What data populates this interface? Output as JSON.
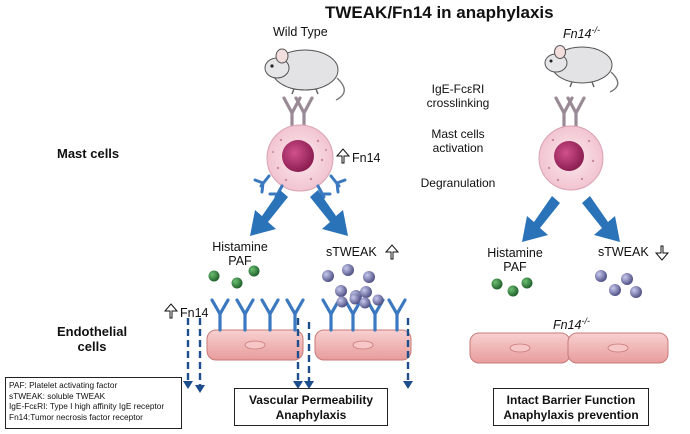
{
  "title": "TWEAK/Fn14 in anaphylaxis",
  "mice": {
    "wild_type": "Wild Type",
    "knockout": "Fn14",
    "knockout_sup": "-/-"
  },
  "row_labels": {
    "mast_cells": "Mast cells",
    "endothelial_1": "Endothelial",
    "endothelial_2": "cells"
  },
  "steps": {
    "s1_a": "IgE-FcεRI",
    "s1_b": "crosslinking",
    "s2_a": "Mast cells",
    "s2_b": "activation",
    "s3": "Degranulation"
  },
  "wt": {
    "mast_fn14": "Fn14",
    "histamine": "Histamine",
    "paf": "PAF",
    "stweak": "sTWEAK",
    "endo_fn14": "Fn14",
    "outcome_1": "Vascular Permeability",
    "outcome_2": "Anaphylaxis"
  },
  "ko": {
    "histamine": "Histamine",
    "paf": "PAF",
    "stweak": "sTWEAK",
    "endo_label": "Fn14",
    "endo_sup": "-/-",
    "outcome_1": "Intact Barrier Function",
    "outcome_2": "Anaphylaxis prevention"
  },
  "legend": [
    "PAF: Platelet activating factor",
    "sTWEAK: soluble TWEAK",
    "IgE-FcεRI: Type I high affinity IgE receptor",
    "Fn14:Tumor necrosis factor receptor"
  ],
  "colors": {
    "arrow_blue": "#2b73b8",
    "receptor_blue": "#3a78c0",
    "ige_gray": "#9a8a96",
    "mast_pink": "#f6d4dc",
    "nucleus": "#b2306e",
    "endo_pink": "#f2b8b8",
    "green_granule": "#2f7a3a",
    "purple_granule": "#6e6fa0"
  }
}
